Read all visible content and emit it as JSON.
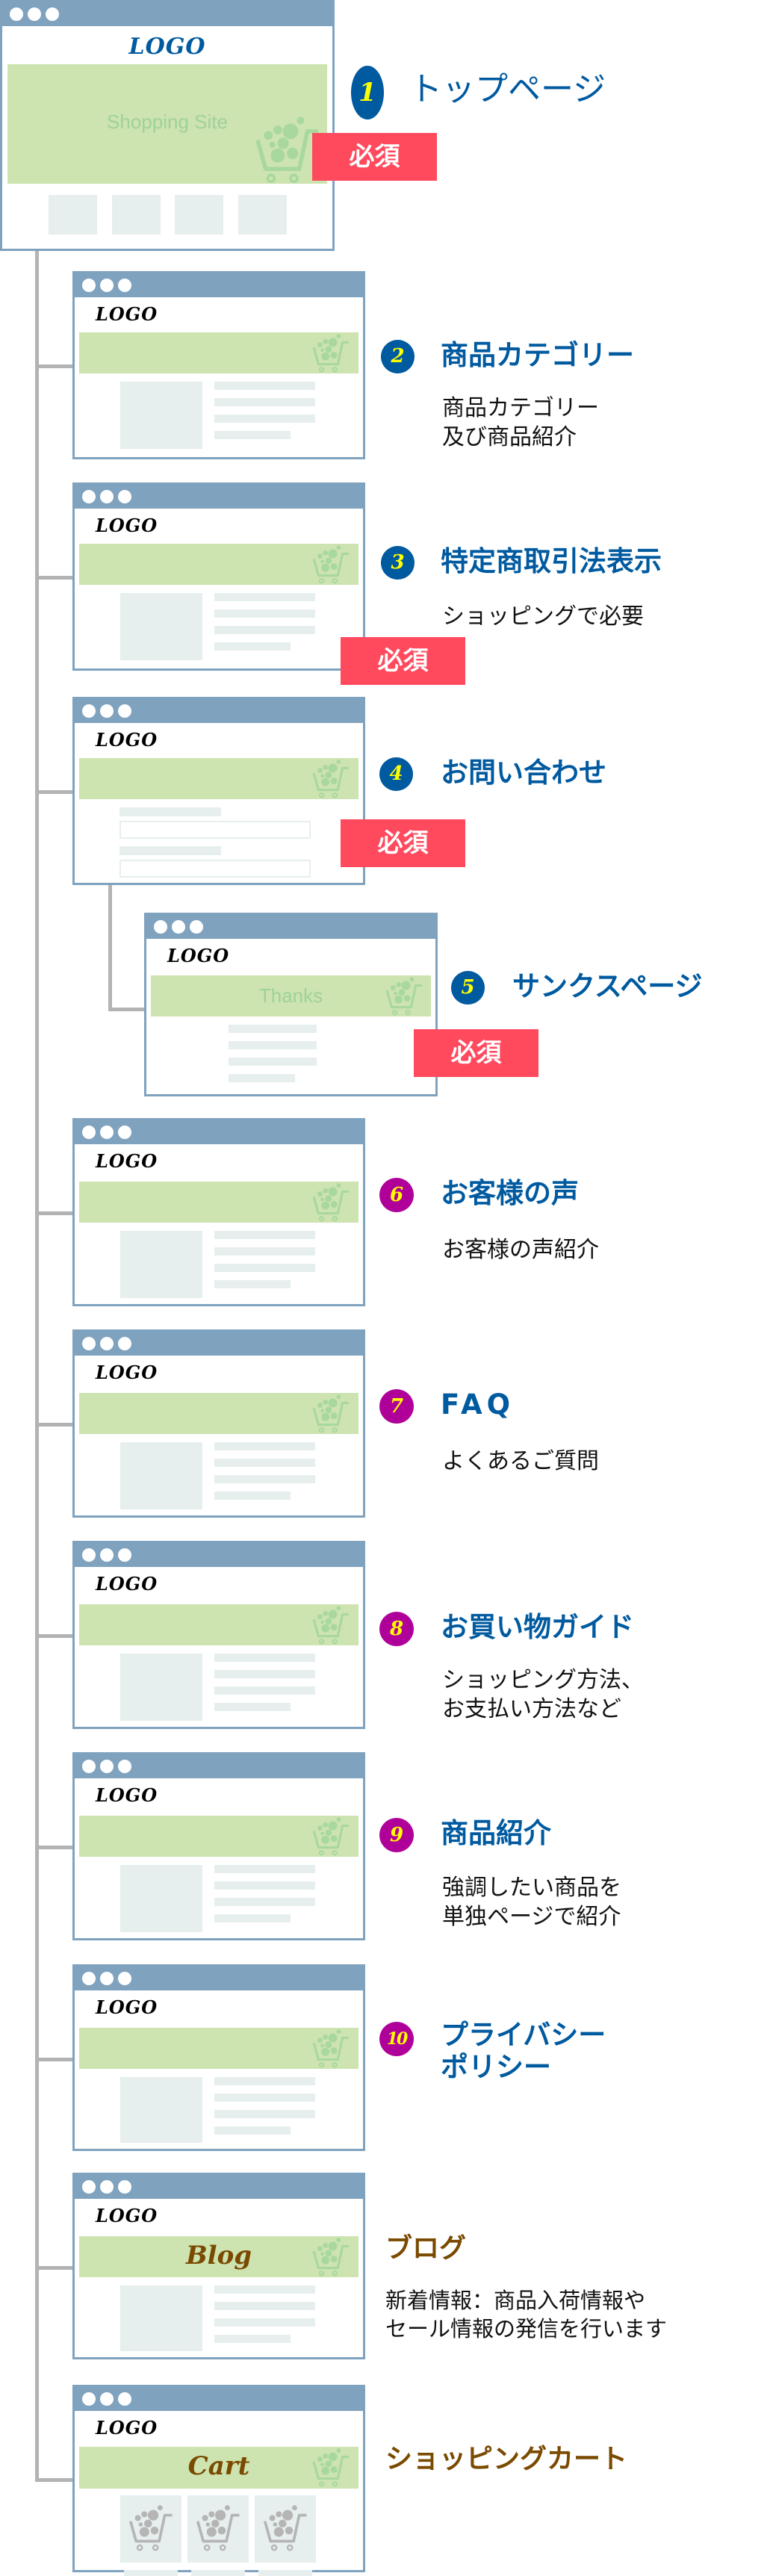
{
  "diagram": {
    "type": "site-map",
    "subject": "Shopping site page structure"
  },
  "common": {
    "logo_text": "LOGO",
    "required_badge": "必須"
  },
  "colors": {
    "frame": "#7fa2bf",
    "tree_line": "#b3b3b3",
    "banner": "#cde3b0",
    "placeholder": "#e6efee",
    "number_blue": "#005aa0",
    "number_magenta": "#b0009a",
    "number_text": "#ffff00",
    "title_blue": "#005aa0",
    "title_brown": "#7a4a00",
    "badge": "#ff4a5e"
  },
  "pages": [
    {
      "id": "top",
      "number": "1",
      "title": "トップページ",
      "banner_text": "Shopping Site",
      "required": true,
      "subtitle": []
    },
    {
      "id": "category",
      "number": "2",
      "title": "商品カテゴリー",
      "required": false,
      "subtitle": [
        "商品カテゴリー",
        "及び商品紹介"
      ]
    },
    {
      "id": "tokushoho",
      "number": "3",
      "title": "特定商取引法表示",
      "required": true,
      "subtitle": [
        "ショッピングで必要"
      ]
    },
    {
      "id": "contact",
      "number": "4",
      "title": "お問い合わせ",
      "required": true,
      "subtitle": []
    },
    {
      "id": "thanks",
      "number": "5",
      "title": "サンクスページ",
      "banner_text": "Thanks",
      "required": true,
      "subtitle": []
    },
    {
      "id": "voice",
      "number": "6",
      "title": "お客様の声",
      "required": false,
      "subtitle": [
        "お客様の声紹介"
      ]
    },
    {
      "id": "faq",
      "number": "7",
      "title": "FAQ",
      "required": false,
      "subtitle": [
        "よくあるご質問"
      ]
    },
    {
      "id": "guide",
      "number": "8",
      "title": "お買い物ガイド",
      "required": false,
      "subtitle": [
        "ショッピング方法、",
        "お支払い方法など"
      ]
    },
    {
      "id": "product",
      "number": "9",
      "title": "商品紹介",
      "required": false,
      "subtitle": [
        "強調したい商品を",
        "単独ページで紹介"
      ]
    },
    {
      "id": "privacy",
      "number": "10",
      "title": [
        "プライバシー",
        "ポリシー"
      ],
      "required": false,
      "subtitle": []
    },
    {
      "id": "blog",
      "number": "",
      "title": "ブログ",
      "banner_text": "Blog",
      "required": false,
      "subtitle": [
        "新着情報：商品入荷情報や",
        "セール情報の発信を行います"
      ]
    },
    {
      "id": "cart",
      "number": "",
      "title": "ショッピングカート",
      "banner_text": "Cart",
      "required": false,
      "subtitle": []
    }
  ]
}
